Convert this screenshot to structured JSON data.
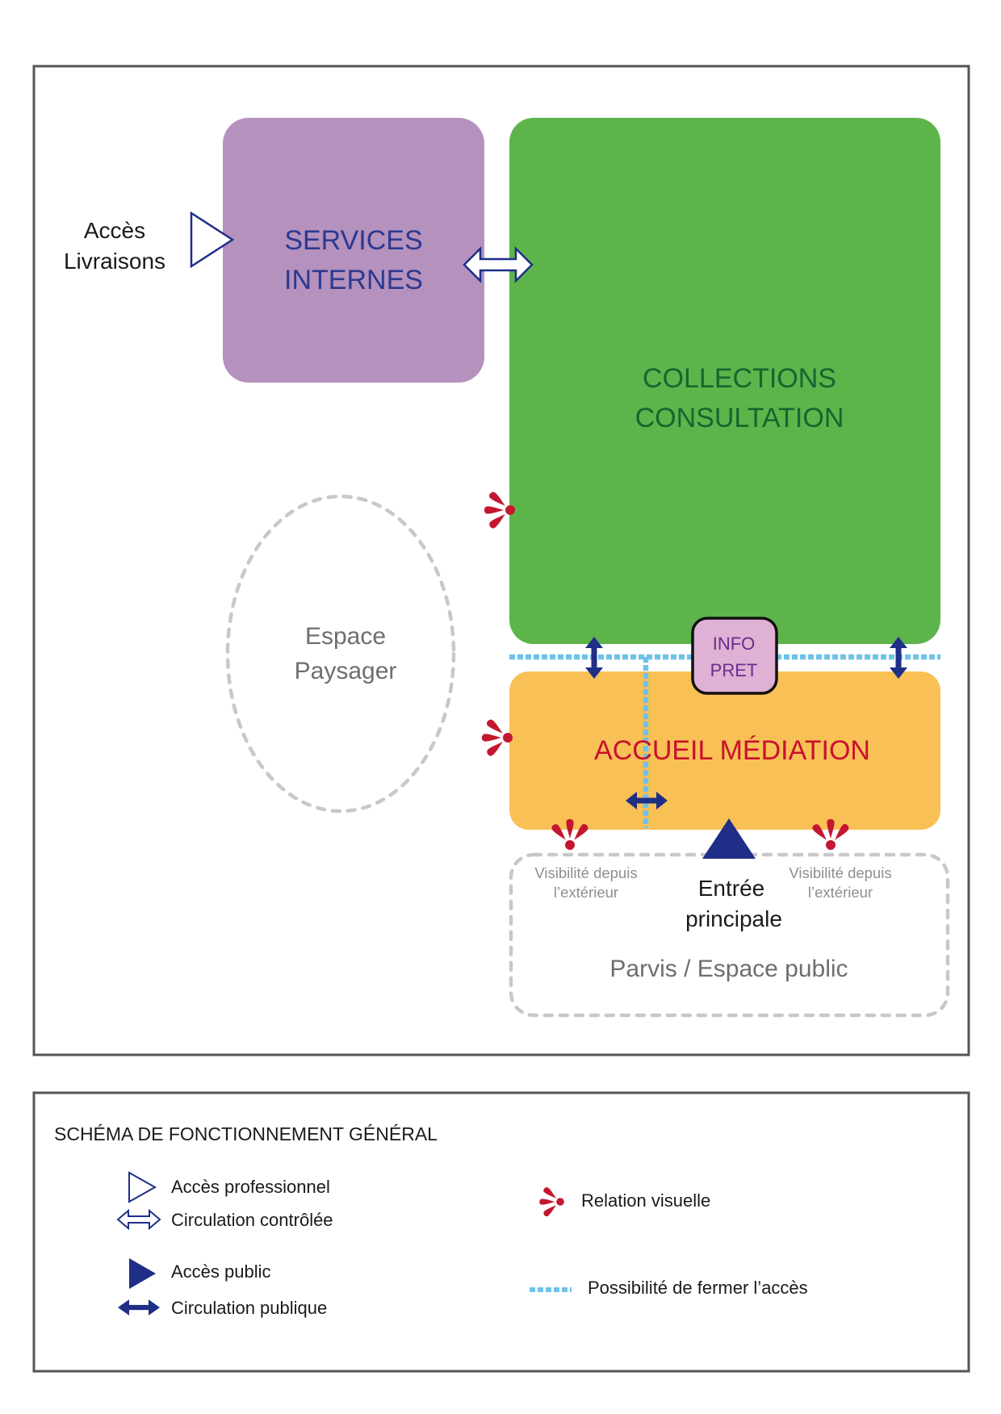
{
  "diagram": {
    "acces_livraisons": {
      "line1": "Accès",
      "line2": "Livraisons"
    },
    "services_internes": {
      "line1": "SERVICES",
      "line2": "INTERNES"
    },
    "collections_consultation": {
      "line1": "COLLECTIONS",
      "line2": "CONSULTATION"
    },
    "espace_paysager": {
      "line1": "Espace",
      "line2": "Paysager"
    },
    "info_pret": {
      "line1": "INFO",
      "line2": "PRET"
    },
    "accueil_mediation": {
      "label": "ACCUEIL MÉDIATION"
    },
    "visibilite_gauche": {
      "line1": "Visibilité depuis",
      "line2": "l’extérieur"
    },
    "visibilite_droite": {
      "line1": "Visibilité depuis",
      "line2": "l’extérieur"
    },
    "entree_principale": {
      "line1": "Entrée",
      "line2": "principale"
    },
    "parvis": {
      "label": "Parvis / Espace public"
    }
  },
  "legend": {
    "title": "SCHÉMA DE FONCTIONNEMENT GÉNÉRAL",
    "acces_professionnel": {
      "label": "Accès professionnel",
      "icon": "open-triangle-icon"
    },
    "circulation_controlee": {
      "label": "Circulation contrôlée",
      "icon": "open-double-arrow-icon"
    },
    "acces_public": {
      "label": "Accès public",
      "icon": "filled-triangle-icon"
    },
    "circulation_publique": {
      "label": "Circulation publique",
      "icon": "filled-double-arrow-icon"
    },
    "relation_visuelle": {
      "label": "Relation visuelle",
      "icon": "visual-relation-icon"
    },
    "fermeture_acces": {
      "label": "Possibilité de fermer l’accès",
      "icon": "dotted-line-icon"
    }
  },
  "colors": {
    "services_internes": "#b591bd",
    "collections_consultation": "#5db44b",
    "accueil_mediation": "#f8c055",
    "info_pret": "#dfb1d4",
    "navy": "#1f2e86",
    "visual_relation_red": "#c4172f",
    "closable_access_blue": "#6ec3ea",
    "dashed_gray": "#c8c8c8"
  }
}
